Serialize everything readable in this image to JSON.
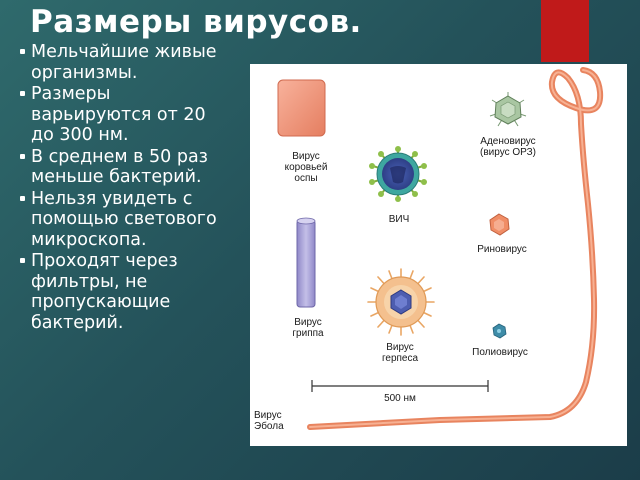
{
  "slide": {
    "title": "Размеры вирусов.",
    "bullets": [
      "Мельчайшие живые организмы.",
      "Размеры варьируются от 20 до 300 нм.",
      "В среднем в 50 раз меньше бактерий.",
      "Нельзя увидеть с помощью светового микроскопа.",
      "Проходят через фильтры, не пропускающие бактерий."
    ]
  },
  "figure": {
    "labels": {
      "smallpox": "Вирус\nкоровьей\nоспы",
      "hiv": "ВИЧ",
      "adenovirus": "Аденовирус\n(вирус ОРЗ)",
      "rhinovirus": "Риновирус",
      "influenza": "Вирус\nгриппа",
      "herpes": "Вирус\nгерпеса",
      "poliovirus": "Полиовирус",
      "scale": "500 нм",
      "ebola": "Вирус\nЭбола"
    }
  },
  "colors": {
    "accent_red": "#c01a1a",
    "ebola": "#f19470",
    "smallpox": "#f0937a",
    "influenza": "#a8a2d6",
    "hiv_core": "#3f55a7"
  }
}
